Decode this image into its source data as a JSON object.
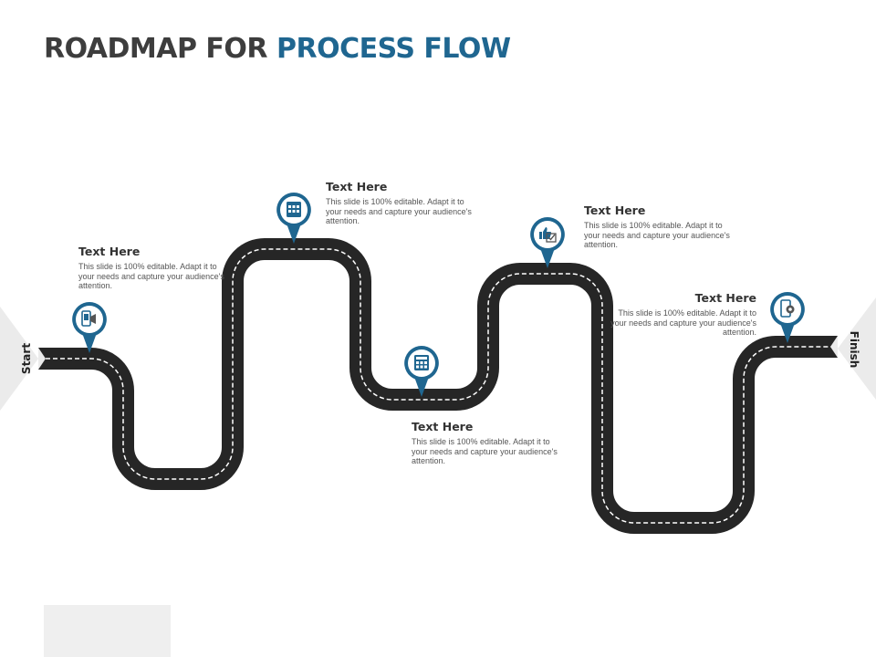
{
  "title": {
    "part1": "ROADMAP FOR",
    "part2": "PROCESS FLOW"
  },
  "colors": {
    "road": "#262626",
    "accent": "#1f6690",
    "title_dark": "#3d3d3d",
    "dash": "#ffffff",
    "side_triangle": "#ebebeb"
  },
  "labels": {
    "start": "Start",
    "finish": "Finish"
  },
  "milestones": [
    {
      "heading": "Text Here",
      "body": "This slide is 100% editable. Adapt it to your needs and capture your audience's attention.",
      "icon": "megaphone-phone-icon"
    },
    {
      "heading": "Text Here",
      "body": "This slide is 100% editable. Adapt it to your needs and capture your audience's attention.",
      "icon": "calendar-grid-icon"
    },
    {
      "heading": "Text Here",
      "body": "This slide is 100% editable. Adapt it to your needs and capture your audience's attention.",
      "icon": "calculator-grid-icon"
    },
    {
      "heading": "Text Here",
      "body": "This slide is 100% editable. Adapt it to your needs and capture your audience's attention.",
      "icon": "thumbs-up-check-icon"
    },
    {
      "heading": "Text Here",
      "body": "This slide is 100% editable. Adapt it to your needs and capture your audience's attention.",
      "icon": "mobile-gear-icon"
    }
  ]
}
